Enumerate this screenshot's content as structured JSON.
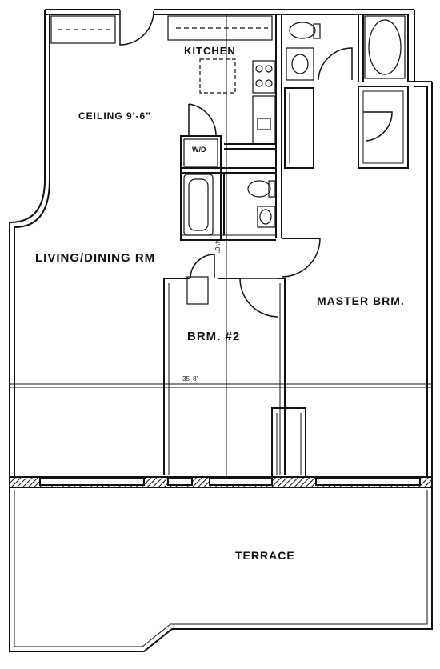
{
  "rooms": {
    "kitchen": "KITCHEN",
    "ceiling": "CEILING 9'-6\"",
    "living_dining": "LIVING/DINING RM",
    "master": "MASTER BRM.",
    "bedroom2": "BRM. #2",
    "terrace": "TERRACE"
  },
  "fixtures": {
    "wd": "W/D"
  },
  "dimensions": {
    "overall_width": "35'-8\"",
    "hall": "4'-0\""
  }
}
